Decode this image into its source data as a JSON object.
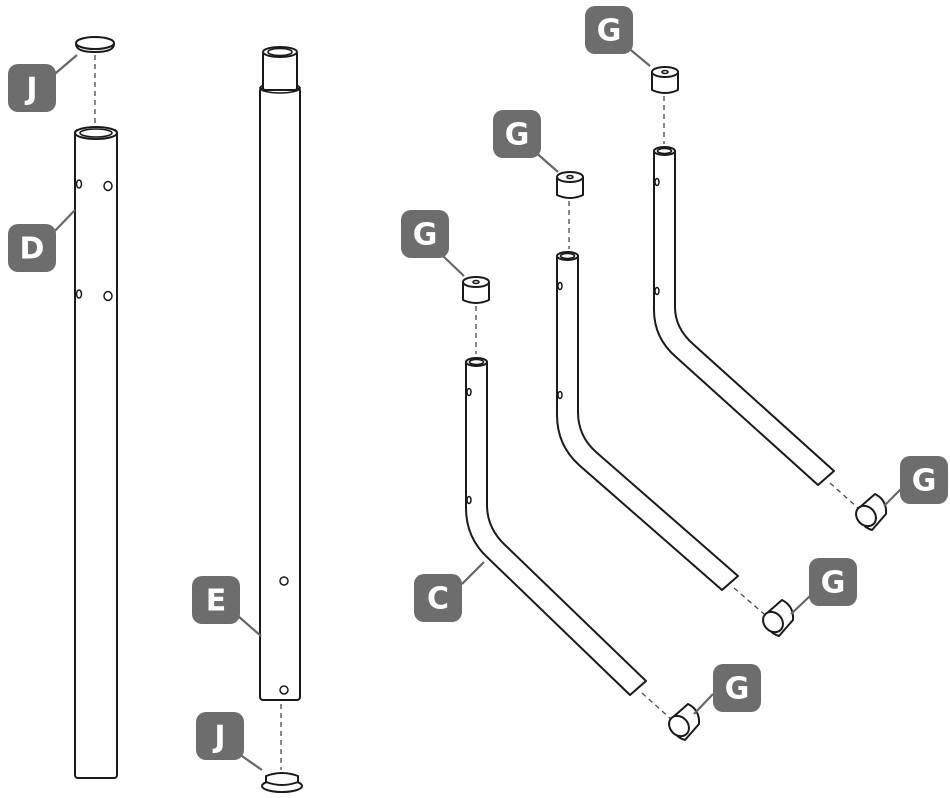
{
  "colors": {
    "badge_fill": "#6d6d6d",
    "badge_text": "#ffffff",
    "line": "#1a1a1a"
  },
  "labels": {
    "j_top": "J",
    "d": "D",
    "e": "E",
    "j_bottom": "J",
    "g_cap_1": "G",
    "g_cap_2": "G",
    "g_cap_3": "G",
    "c": "C",
    "g_foot_1": "G",
    "g_foot_2": "G",
    "g_foot_3": "G"
  }
}
